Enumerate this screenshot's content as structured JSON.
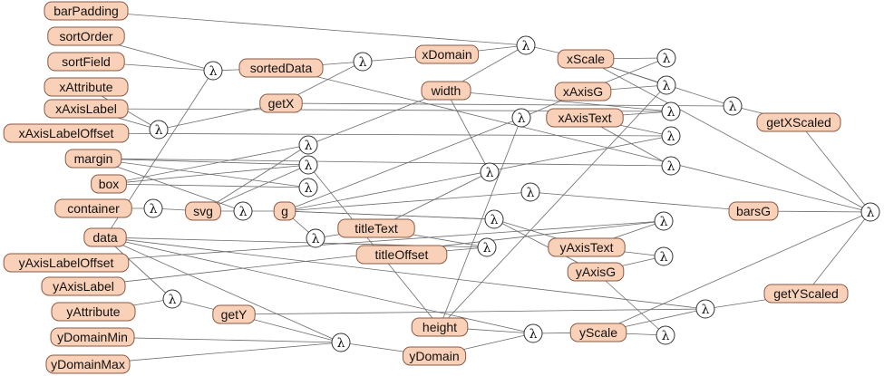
{
  "colors": {
    "node_fill": "#f9d0b8",
    "node_stroke": "#8a5a44",
    "edge": "#6b6b6b",
    "lambda_fill": "#ffffff"
  },
  "lambda_symbol": "λ",
  "nodes": [
    {
      "id": "barPadding",
      "label": "barPadding"
    },
    {
      "id": "sortOrder",
      "label": "sortOrder"
    },
    {
      "id": "sortField",
      "label": "sortField"
    },
    {
      "id": "xAttribute",
      "label": "xAttribute"
    },
    {
      "id": "xAxisLabel",
      "label": "xAxisLabel"
    },
    {
      "id": "xAxisLabelOffset",
      "label": "xAxisLabelOffset"
    },
    {
      "id": "margin",
      "label": "margin"
    },
    {
      "id": "box",
      "label": "box"
    },
    {
      "id": "container",
      "label": "container"
    },
    {
      "id": "data",
      "label": "data"
    },
    {
      "id": "yAxisLabelOffset",
      "label": "yAxisLabelOffset"
    },
    {
      "id": "yAxisLabel",
      "label": "yAxisLabel"
    },
    {
      "id": "yAttribute",
      "label": "yAttribute"
    },
    {
      "id": "yDomainMin",
      "label": "yDomainMin"
    },
    {
      "id": "yDomainMax",
      "label": "yDomainMax"
    },
    {
      "id": "sortedData",
      "label": "sortedData"
    },
    {
      "id": "getX",
      "label": "getX"
    },
    {
      "id": "svg",
      "label": "svg"
    },
    {
      "id": "getY",
      "label": "getY"
    },
    {
      "id": "xDomain",
      "label": "xDomain"
    },
    {
      "id": "width",
      "label": "width"
    },
    {
      "id": "g",
      "label": "g"
    },
    {
      "id": "titleText",
      "label": "titleText"
    },
    {
      "id": "titleOffset",
      "label": "titleOffset"
    },
    {
      "id": "height",
      "label": "height"
    },
    {
      "id": "yDomain",
      "label": "yDomain"
    },
    {
      "id": "xScale",
      "label": "xScale"
    },
    {
      "id": "xAxisG",
      "label": "xAxisG"
    },
    {
      "id": "xAxisText",
      "label": "xAxisText"
    },
    {
      "id": "yAxisText",
      "label": "yAxisText"
    },
    {
      "id": "yAxisG",
      "label": "yAxisG"
    },
    {
      "id": "yScale",
      "label": "yScale"
    },
    {
      "id": "barsG",
      "label": "barsG"
    },
    {
      "id": "getXScaled",
      "label": "getXScaled"
    },
    {
      "id": "getYScaled",
      "label": "getYScaled"
    }
  ],
  "lambdas": [
    "L1",
    "L2",
    "L3",
    "L4",
    "L5",
    "L6",
    "L7",
    "L8",
    "L9",
    "L10",
    "L11",
    "L12",
    "L13",
    "L14",
    "L15",
    "L16",
    "L17",
    "L18",
    "L19",
    "L20",
    "L21",
    "L22",
    "L23",
    "L24",
    "L25",
    "L26",
    "L27",
    "L28",
    "L29",
    "L30"
  ],
  "edges": [
    [
      "barPadding",
      "L6"
    ],
    [
      "sortOrder",
      "L1"
    ],
    [
      "sortField",
      "L1"
    ],
    [
      "data",
      "L1"
    ],
    [
      "L1",
      "sortedData"
    ],
    [
      "sortedData",
      "L5"
    ],
    [
      "getX",
      "L5"
    ],
    [
      "L5",
      "xDomain"
    ],
    [
      "xDomain",
      "L6"
    ],
    [
      "width",
      "L6"
    ],
    [
      "L6",
      "xScale"
    ],
    [
      "xAttribute",
      "L2"
    ],
    [
      "L2",
      "getX"
    ],
    [
      "xAxisLabel",
      "L2"
    ],
    [
      "xAxisLabelOffset",
      "L16"
    ],
    [
      "data",
      "L10"
    ],
    [
      "data",
      "L13"
    ],
    [
      "data",
      "L26"
    ],
    [
      "data",
      "L28"
    ],
    [
      "data",
      "L24"
    ],
    [
      "data",
      "L12"
    ],
    [
      "container",
      "L7"
    ],
    [
      "L7",
      "svg"
    ],
    [
      "box",
      "L3"
    ],
    [
      "svg",
      "L3"
    ],
    [
      "L3",
      "width"
    ],
    [
      "margin",
      "L4"
    ],
    [
      "box",
      "L4"
    ],
    [
      "svg",
      "L4"
    ],
    [
      "L4",
      "height"
    ],
    [
      "margin",
      "L9"
    ],
    [
      "box",
      "L9"
    ],
    [
      "svg",
      "L8"
    ],
    [
      "L8",
      "g"
    ],
    [
      "margin",
      "L8"
    ],
    [
      "g",
      "L11"
    ],
    [
      "L11",
      "titleText"
    ],
    [
      "titleText",
      "L13"
    ],
    [
      "titleOffset",
      "L13"
    ],
    [
      "width",
      "L14"
    ],
    [
      "titleText",
      "L14"
    ],
    [
      "g",
      "L15"
    ],
    [
      "L15",
      "xAxisG"
    ],
    [
      "height",
      "L15"
    ],
    [
      "g",
      "L20"
    ],
    [
      "L20",
      "barsG"
    ],
    [
      "g",
      "L21"
    ],
    [
      "L21",
      "yAxisG"
    ],
    [
      "yAxisG",
      "L23"
    ],
    [
      "yScale",
      "L29"
    ],
    [
      "yAxisG",
      "L29"
    ],
    [
      "g",
      "L16"
    ],
    [
      "L16",
      "xAxisText"
    ],
    [
      "xAxisLabel",
      "L19"
    ],
    [
      "xAxisText",
      "L19"
    ],
    [
      "width",
      "L19"
    ],
    [
      "xAxisText",
      "L18"
    ],
    [
      "margin",
      "L18"
    ],
    [
      "xScale",
      "L17"
    ],
    [
      "xAxisG",
      "L17"
    ],
    [
      "xScale",
      "L22"
    ],
    [
      "xAxisG",
      "L22"
    ],
    [
      "xScale",
      "L25"
    ],
    [
      "getX",
      "L25"
    ],
    [
      "L25",
      "getXScaled"
    ],
    [
      "yAxisLabelOffset",
      "L27"
    ],
    [
      "g",
      "L21"
    ],
    [
      "L21",
      "yAxisText"
    ],
    [
      "yAxisLabel",
      "L27"
    ],
    [
      "yAxisText",
      "L27"
    ],
    [
      "yAxisText",
      "L23"
    ],
    [
      "yAttribute",
      "L12"
    ],
    [
      "L12",
      "getY"
    ],
    [
      "getY",
      "L26"
    ],
    [
      "yDomainMin",
      "L26"
    ],
    [
      "yDomainMax",
      "L26"
    ],
    [
      "L26",
      "yDomain"
    ],
    [
      "yDomain",
      "L28"
    ],
    [
      "height",
      "L28"
    ],
    [
      "L28",
      "yScale"
    ],
    [
      "yScale",
      "L24"
    ],
    [
      "getY",
      "L24"
    ],
    [
      "L24",
      "getYScaled"
    ],
    [
      "height",
      "L22"
    ],
    [
      "getXScaled",
      "L30"
    ],
    [
      "getYScaled",
      "L30"
    ],
    [
      "barsG",
      "L30"
    ],
    [
      "xScale",
      "L30"
    ],
    [
      "yScale",
      "L30"
    ],
    [
      "sortedData",
      "L30"
    ]
  ]
}
